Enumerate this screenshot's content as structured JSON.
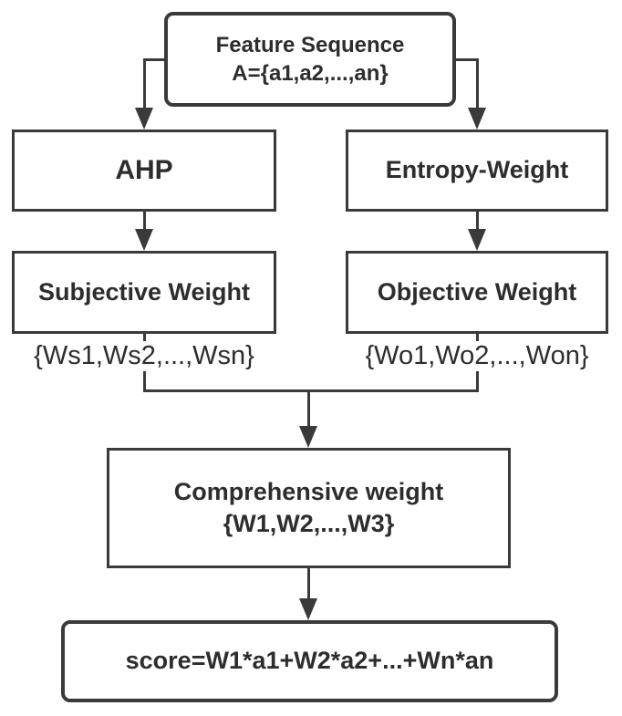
{
  "diagram": {
    "type": "flowchart",
    "colors": {
      "stroke": "#3a3a3a",
      "text": "#2d2d2d",
      "background": "#ffffff"
    },
    "nodes": {
      "feature_sequence": {
        "line1": "Feature Sequence",
        "line2": "A={a1,a2,...,an}"
      },
      "ahp": {
        "label": "AHP"
      },
      "entropy_weight": {
        "label": "Entropy-Weight"
      },
      "subjective_weight": {
        "label": "Subjective Weight"
      },
      "objective_weight": {
        "label": "Objective Weight"
      },
      "subjective_weights_set": {
        "label": "{Ws1,Ws2,...,Wsn}"
      },
      "objective_weights_set": {
        "label": "{Wo1,Wo2,...,Won}"
      },
      "comprehensive_weight": {
        "line1": "Comprehensive weight",
        "line2": "{W1,W2,...,W3}"
      },
      "score_formula": {
        "label": "score=W1*a1+W2*a2+...+Wn*an"
      }
    },
    "edges": [
      "feature_sequence -> ahp",
      "feature_sequence -> entropy_weight",
      "ahp -> subjective_weight",
      "entropy_weight -> objective_weight",
      "subjective_weight -> comprehensive_weight",
      "objective_weight -> comprehensive_weight",
      "comprehensive_weight -> score_formula"
    ]
  }
}
